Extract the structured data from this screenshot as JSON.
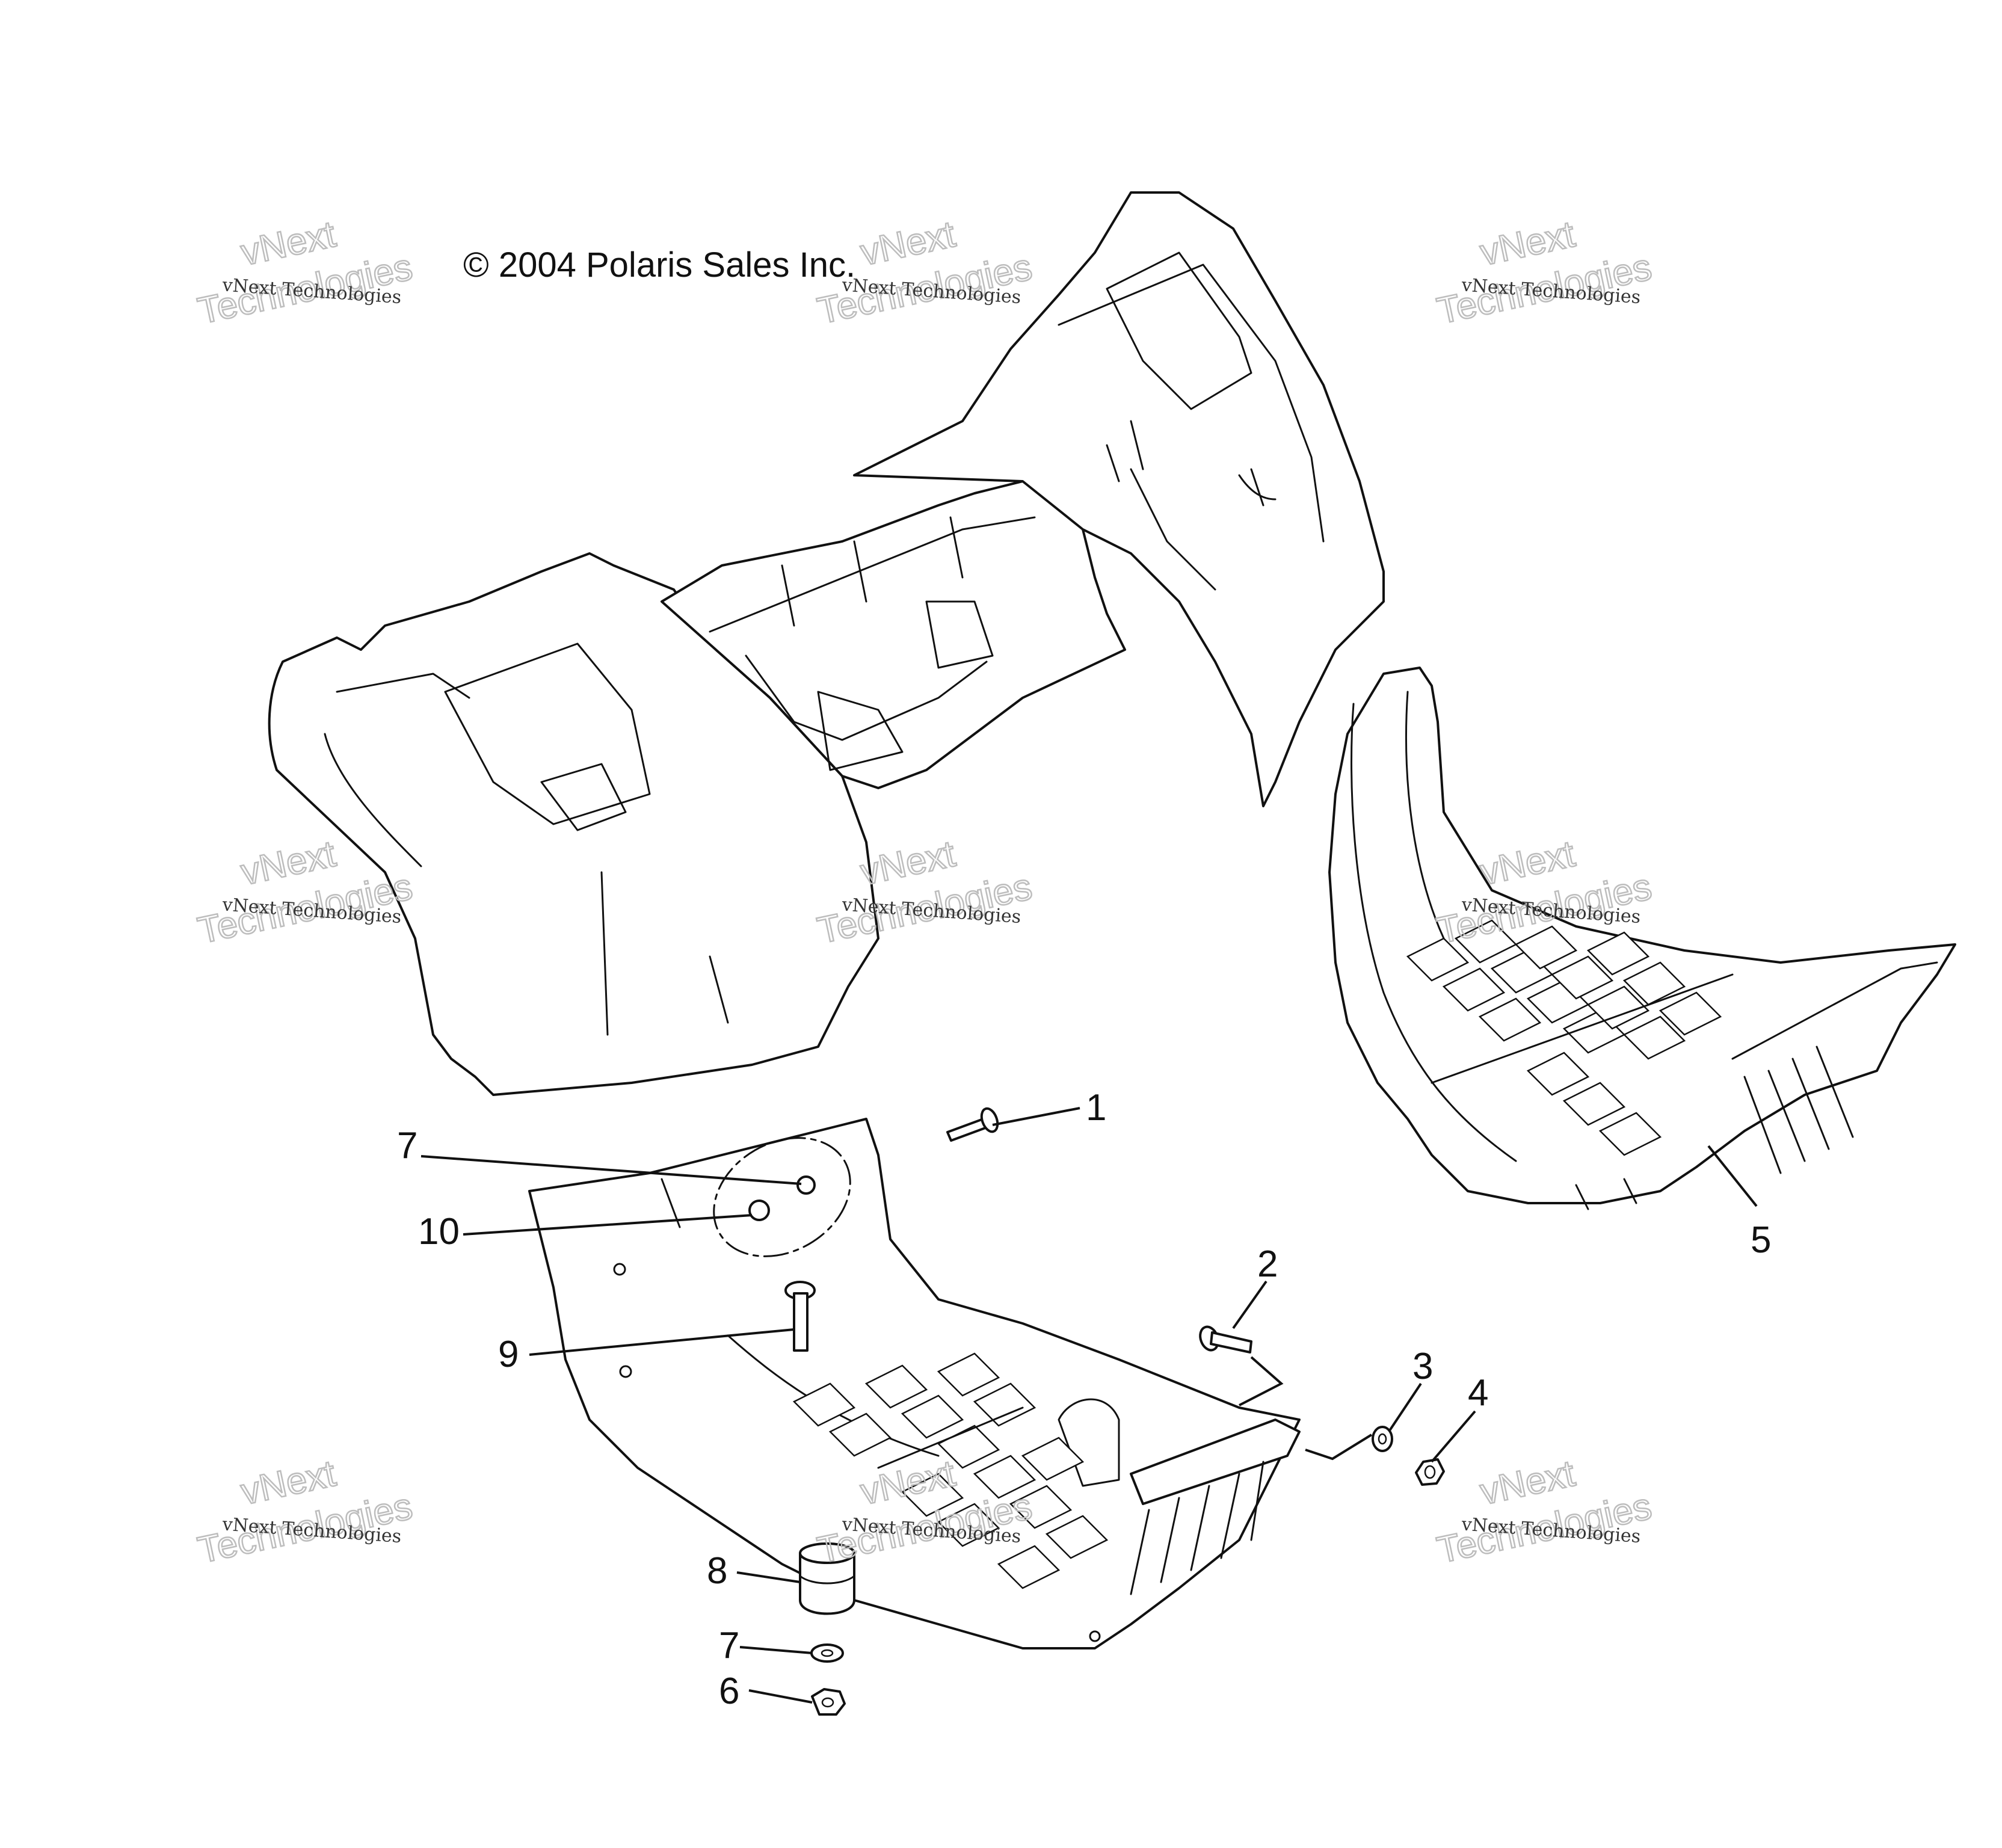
{
  "copyright": "© 2004 Polaris Sales Inc.",
  "watermark": {
    "line1": "vNext",
    "line2": "Technologies",
    "small": "vNext Technologies"
  },
  "callouts": [
    {
      "id": "c1",
      "label": "1"
    },
    {
      "id": "c2",
      "label": "2"
    },
    {
      "id": "c3",
      "label": "3"
    },
    {
      "id": "c4",
      "label": "4"
    },
    {
      "id": "c5",
      "label": "5"
    },
    {
      "id": "c6",
      "label": "6"
    },
    {
      "id": "c7a",
      "label": "7"
    },
    {
      "id": "c7b",
      "label": "7"
    },
    {
      "id": "c8",
      "label": "8"
    },
    {
      "id": "c9",
      "label": "9"
    },
    {
      "id": "c10",
      "label": "10"
    }
  ]
}
